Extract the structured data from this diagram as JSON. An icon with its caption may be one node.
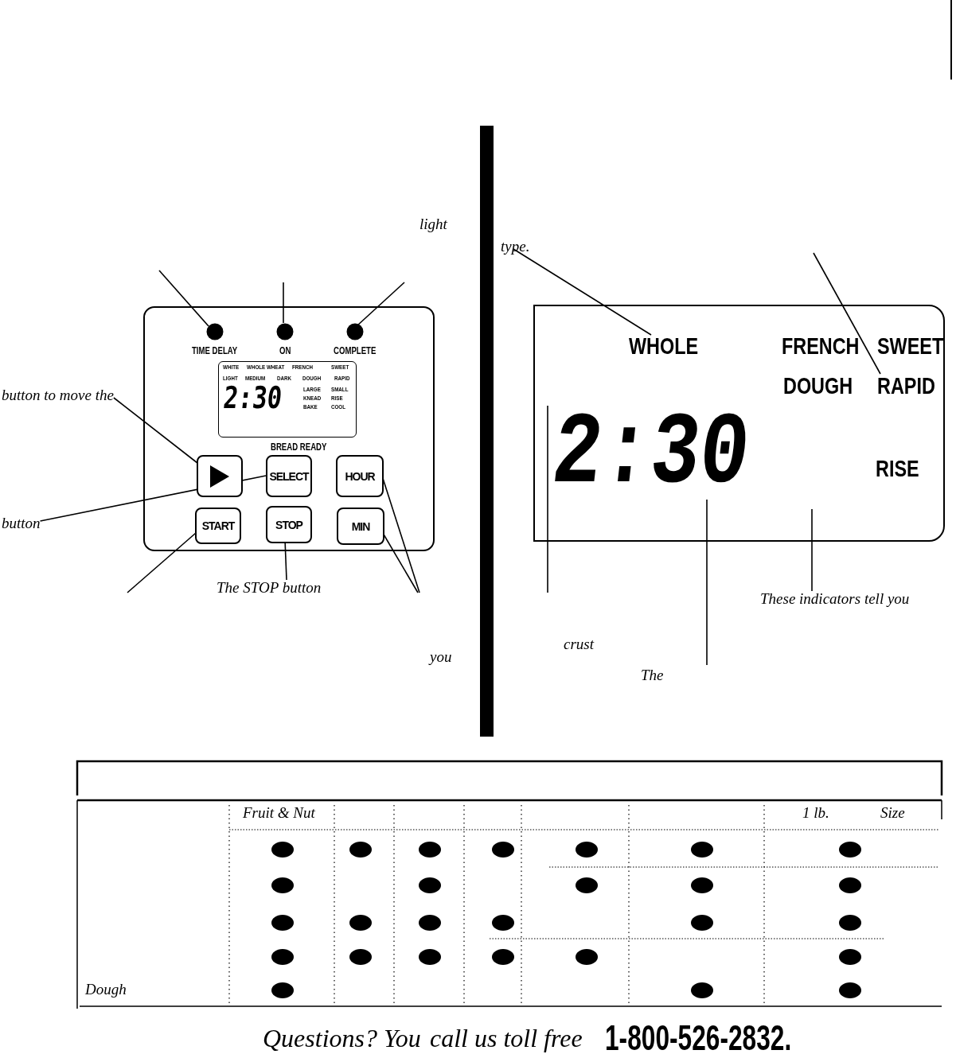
{
  "diagram": {
    "nodes": [
      {
        "text": [],
        "shape": "box"
      },
      {
        "text": [
          "TIME DELAY"
        ],
        "in": 0
      },
      {
        "text": [
          "ON"
        ],
        "in": 0
      },
      {
        "text": [
          "COMPLETE"
        ],
        "in": 0
      },
      {
        "text": [
          "WHITE",
          "WHOLE WHEAT",
          "FRENCH",
          "SWEET",
          "LIGHT",
          "MEDIUM",
          "DARK",
          "DOUGH",
          "RAPID",
          "2:30",
          "LARGE",
          "SMALL",
          "KNEAD",
          "RISE",
          "BAKE",
          "COOL"
        ],
        "beside": [
          "BREAD READY"
        ],
        "in": 0
      },
      {
        "text": [],
        "shape": "box",
        "in": 0
      },
      {
        "text": [
          "SELECT"
        ],
        "in": 0
      },
      {
        "text": [
          "HOUR"
        ],
        "in": 0
      },
      {
        "text": [
          "START"
        ],
        "in": 0
      },
      {
        "text": [
          "STOP"
        ],
        "in": 0
      },
      {
        "text": [
          "MIN"
        ],
        "in": 0
      },
      {
        "text": [
          "button to move the"
        ]
      },
      {
        "text": [
          "button"
        ]
      },
      {
        "text": [
          "The STOP button"
        ]
      },
      {
        "text": [
          "FRENCH",
          "SWEET",
          "DOUGH",
          "RISE"
        ]
      },
      {
        "text": [
          "WHOLE"
        ],
        "in": 14
      },
      {
        "text": [
          "RAPID"
        ],
        "in": 14
      },
      {
        "text": [
          "2:30"
        ],
        "in": 14
      },
      {
        "text": [
          "type."
        ]
      },
      {
        "text": [
          "These indicators tell you"
        ]
      },
      {
        "text": [],
        "shape": "bar"
      }
    ],
    "edges": [
      {
        "from": null,
        "to": 1,
        "arrow": "none"
      },
      {
        "from": null,
        "to": 2,
        "arrow": "none"
      },
      {
        "from": null,
        "to": 3,
        "arrow": "none"
      },
      {
        "from": 11,
        "to": 5,
        "arrow": "none"
      },
      {
        "from": 12,
        "to": 6,
        "arrow": "none"
      },
      {
        "from": null,
        "to": 8,
        "arrow": "none"
      },
      {
        "from": 13,
        "to": 9,
        "arrow": "none"
      },
      {
        "from": null,
        "to": 7,
        "arrow": "none"
      },
      {
        "from": null,
        "to": 10,
        "arrow": "none"
      },
      {
        "from": 18,
        "to": 15,
        "arrow": "none"
      },
      {
        "from": null,
        "to": 16,
        "arrow": "none"
      },
      {
        "from": null,
        "to": 14,
        "arrow": "none"
      },
      {
        "from": null,
        "to": 17,
        "arrow": "none"
      },
      {
        "from": 19,
        "to": 14,
        "arrow": "none"
      }
    ],
    "labels": [
      "light",
      "you",
      "crust",
      "Fruit & Nut",
      "1 lb.",
      "Size",
      "Dough",
      "Questions? You",
      "call us toll free",
      "1-800-526-2832.",
      "The"
    ]
  }
}
